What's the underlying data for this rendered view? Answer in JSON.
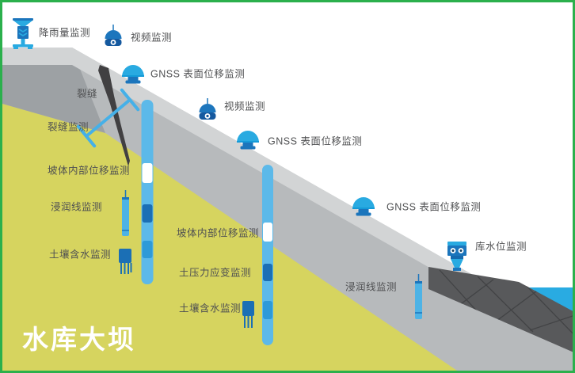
{
  "title": "水库大坝",
  "labels": {
    "rainfall": "降雨量监测",
    "video": "视频监测",
    "gnss": "GNSS 表面位移监测",
    "crack": "裂缝",
    "crack_monitor": "裂缝监测",
    "slope_internal": "坡体内部位移监测",
    "phreatic": "浸润线监测",
    "soil_moisture": "土壤含水监测",
    "soil_pressure": "土压力应变监测",
    "water_level": "库水位监测"
  },
  "icons": [
    "rain-gauge-icon",
    "ptz-camera-icon",
    "gnss-receiver-icon",
    "crack-meter-icon",
    "inclinometer-borehole-icon",
    "piezometer-icon",
    "soil-moisture-sensor-icon",
    "radar-level-sensor-icon"
  ],
  "colors": {
    "frame_green": "#2bb04c",
    "sky_white": "#ffffff",
    "slope_light_band": "#d2d4d5",
    "slope_face": "#b7babc",
    "crest_shadow": "#9da1a4",
    "soil_yellow": "#d6d45f",
    "riprap_dark": "#58595b",
    "water_blue": "#29abe2",
    "crack_dark": "#414042",
    "icon_blue_light": "#29aae1",
    "icon_blue_dark": "#1b75bc",
    "borehole_blue": "#5cb9e9",
    "segment_white": "#ffffff",
    "segment_dark": "#1b6fb5",
    "segment_medium": "#2e9ad8",
    "label_text": "#4f5052",
    "title_text": "#ffffff"
  }
}
